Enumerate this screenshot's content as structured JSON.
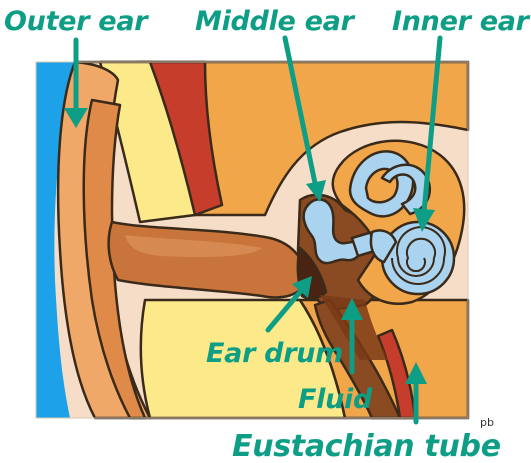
{
  "labels": {
    "outer_ear": "Outer ear",
    "middle_ear": "Middle ear",
    "inner_ear": "Inner ear",
    "ear_drum": "Ear drum",
    "fluid": "Fluid",
    "eustachian_tube": "Eustachian tube"
  },
  "corner_mark": "pb",
  "colors": {
    "label": "#0e9e86",
    "background_skin": "#f6ddc8",
    "blue_background": "#1da1e8",
    "canal": "#c8743a",
    "yellow_layer": "#fbe98a",
    "red_layer": "#c73d2c",
    "orange_layer": "#f1a64a",
    "cochlea": "#a9d3ef",
    "fluid": "#8a4a22"
  }
}
